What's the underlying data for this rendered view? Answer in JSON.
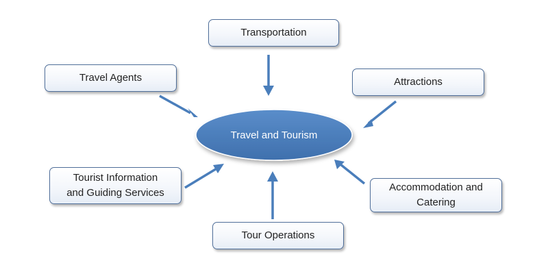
{
  "diagram": {
    "center": {
      "label": "Travel and Tourism"
    },
    "nodes": {
      "transportation": {
        "lines": [
          "Transportation"
        ]
      },
      "travel_agents": {
        "lines": [
          "Travel Agents"
        ]
      },
      "attractions": {
        "lines": [
          "Attractions"
        ]
      },
      "tourist_info": {
        "lines": [
          "Tourist Information",
          "and Guiding Services"
        ]
      },
      "accommodation": {
        "lines": [
          "Accommodation and",
          "Catering"
        ]
      },
      "tour_operations": {
        "lines": [
          "Tour Operations"
        ]
      }
    },
    "colors": {
      "node_border": "#4f6e99",
      "center_fill": "#4a7ebb",
      "arrow": "#4a7ebb"
    }
  }
}
